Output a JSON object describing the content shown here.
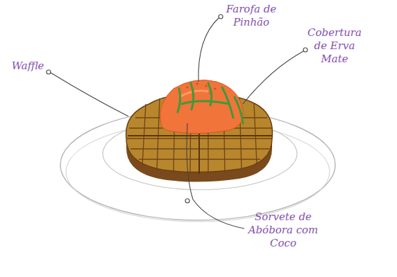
{
  "diagram": {
    "labels": [
      "Farofa de Pinhão",
      "Cobertura de Erva Mate",
      "Waffle",
      "Sorvete de Abóbora com Coco"
    ]
  }
}
